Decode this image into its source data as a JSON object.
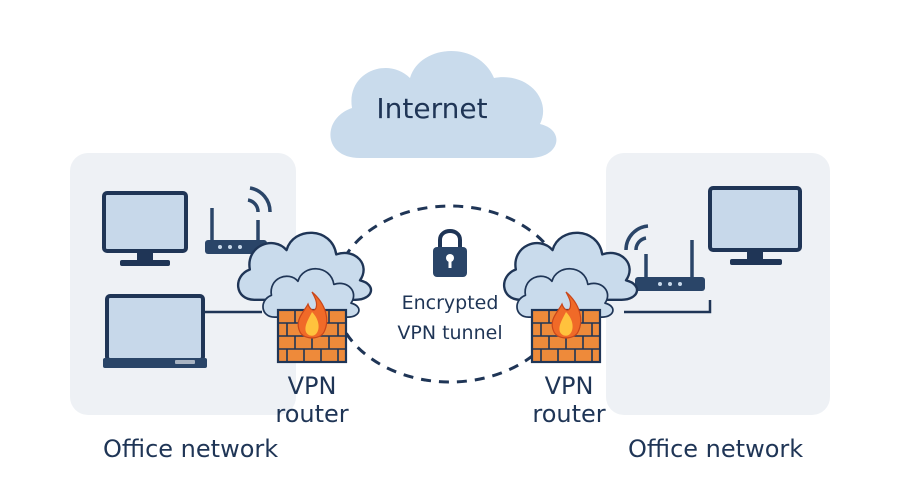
{
  "diagram": {
    "internet_label": "Internet",
    "tunnel_label_line1": "Encrypted",
    "tunnel_label_line2": "VPN tunnel",
    "left_router": {
      "line1": "VPN",
      "line2": "router"
    },
    "right_router": {
      "line1": "VPN",
      "line2": "router"
    },
    "left_office_label": "Office network",
    "right_office_label": "Office network"
  },
  "icons": {
    "cloud": "cloud-icon",
    "lock": "lock-icon",
    "firewall": "firewall-icon",
    "monitor": "monitor-icon",
    "laptop": "laptop-icon",
    "wifi_router": "wifi-router-icon"
  },
  "colors": {
    "panel": "#eef1f5",
    "cloud_fill": "#c9dbec",
    "outline": "#1f3556",
    "screen": "#c7d8ea",
    "brick": "#ee8a3a",
    "flame": "#f06a28",
    "flame_inner": "#ffc23d"
  }
}
